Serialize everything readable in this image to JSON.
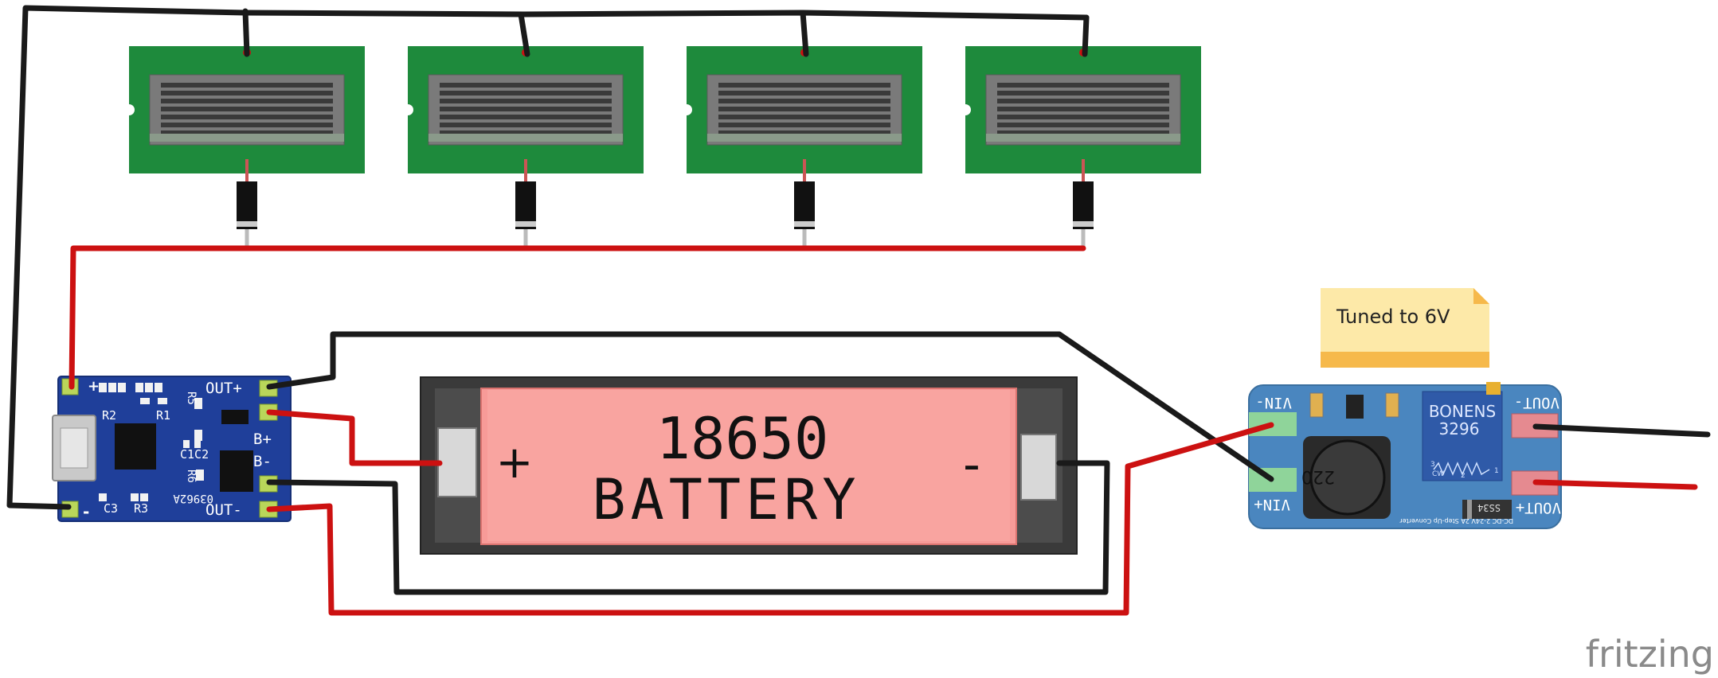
{
  "colors": {
    "wire_black": "#1a1a1a",
    "wire_red": "#cc1111",
    "solar_pcb": "#1e8a3c",
    "charger_pcb": "#1f3f9a",
    "battery_fill": "#f79b98",
    "booster_pcb": "#4a86bf",
    "note_fill": "#fde9a8",
    "note_band": "#f6b94b"
  },
  "components": {
    "solar_cells": [
      {
        "name": "solar-cell-1"
      },
      {
        "name": "solar-cell-2"
      },
      {
        "name": "solar-cell-3"
      },
      {
        "name": "solar-cell-4"
      }
    ],
    "diodes_count": 4,
    "charger": {
      "pins": {
        "plus": "+",
        "minus": "-",
        "out_plus": "OUT+",
        "out_minus": "OUT-",
        "b_plus": "B+",
        "b_minus": "B-"
      },
      "labels": {
        "r1": "R1",
        "r2": "R2",
        "r3": "R3",
        "r5": "R5",
        "r6": "R6",
        "c1c2": "C1C2",
        "c3": "C3",
        "chip_code": "03962A"
      }
    },
    "battery": {
      "line1": "18650",
      "line2": "BATTERY",
      "plus_sign": "+",
      "minus_sign": "-"
    },
    "booster": {
      "vin_minus": "VIN-",
      "vin_plus": "VIN+",
      "vout_minus": "VOUT-",
      "vout_plus": "VOUT+",
      "brand": "BONENS",
      "model": "3296",
      "inductor": "220",
      "diode": "SS34",
      "footer": "DC-DC 2-24V 2A Step-Up Converter",
      "pot_cw": "CW",
      "pot_1": "1",
      "pot_2": "2",
      "pot_3": "3"
    }
  },
  "note": {
    "text": "Tuned to 6V"
  },
  "watermark": {
    "text": "fritzing"
  }
}
